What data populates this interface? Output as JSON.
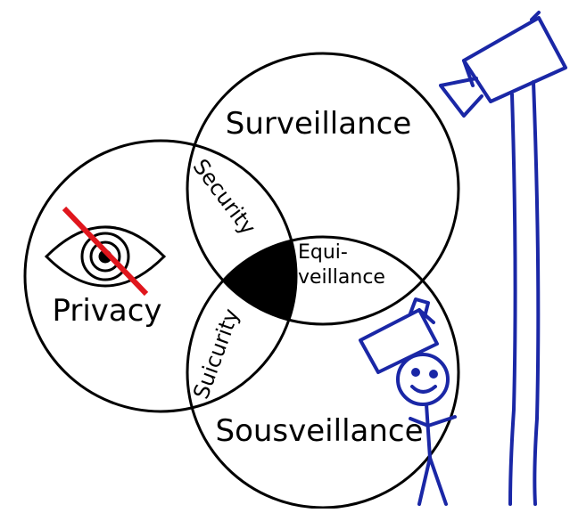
{
  "circles": {
    "surveillance": {
      "label": "Surveillance"
    },
    "privacy": {
      "label": "Privacy"
    },
    "sousveillance": {
      "label": "Sousveillance"
    }
  },
  "overlaps": {
    "security": "Security",
    "suicurity": "Suicurity",
    "equiveillance_line1": "Equi-",
    "equiveillance_line2": "veillance"
  },
  "colors": {
    "outline": "#000000",
    "center_fill": "#000000",
    "strike": "#e0161d",
    "drawing": "#1a27a6",
    "background": "#ffffff"
  },
  "icons": [
    "eye-icon",
    "surveillance-camera-icon",
    "sousveillance-person-icon"
  ]
}
